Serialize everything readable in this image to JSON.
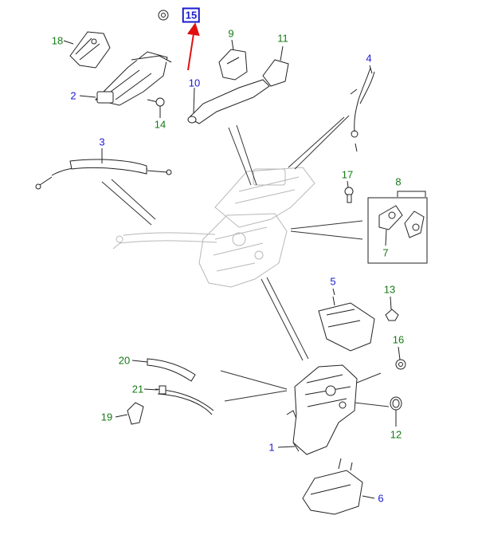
{
  "diagram": {
    "colors": {
      "blue_label": "#1a1ad0",
      "green_label": "#167a16",
      "highlight_box": "#1a1ad0",
      "arrow": "#e01010",
      "line_art": "#222222",
      "ghost_art": "#b8b8b8"
    },
    "callouts": [
      {
        "id": "c15",
        "text": "15",
        "color": "blue",
        "highlighted": true
      },
      {
        "id": "c18",
        "text": "18",
        "color": "green"
      },
      {
        "id": "c9",
        "text": "9",
        "color": "green"
      },
      {
        "id": "c11",
        "text": "11",
        "color": "green"
      },
      {
        "id": "c4",
        "text": "4",
        "color": "blue"
      },
      {
        "id": "c2",
        "text": "2",
        "color": "blue"
      },
      {
        "id": "c10",
        "text": "10",
        "color": "blue"
      },
      {
        "id": "c14",
        "text": "14",
        "color": "green"
      },
      {
        "id": "c3",
        "text": "3",
        "color": "blue"
      },
      {
        "id": "c17",
        "text": "17",
        "color": "green"
      },
      {
        "id": "c8",
        "text": "8",
        "color": "green"
      },
      {
        "id": "c7",
        "text": "7",
        "color": "green"
      },
      {
        "id": "c5",
        "text": "5",
        "color": "blue"
      },
      {
        "id": "c13",
        "text": "13",
        "color": "green"
      },
      {
        "id": "c16",
        "text": "16",
        "color": "green"
      },
      {
        "id": "c20",
        "text": "20",
        "color": "green"
      },
      {
        "id": "c21",
        "text": "21",
        "color": "green"
      },
      {
        "id": "c19",
        "text": "19",
        "color": "green"
      },
      {
        "id": "c12",
        "text": "12",
        "color": "green"
      },
      {
        "id": "c1",
        "text": "1",
        "color": "blue"
      },
      {
        "id": "c6",
        "text": "6",
        "color": "blue"
      }
    ]
  }
}
